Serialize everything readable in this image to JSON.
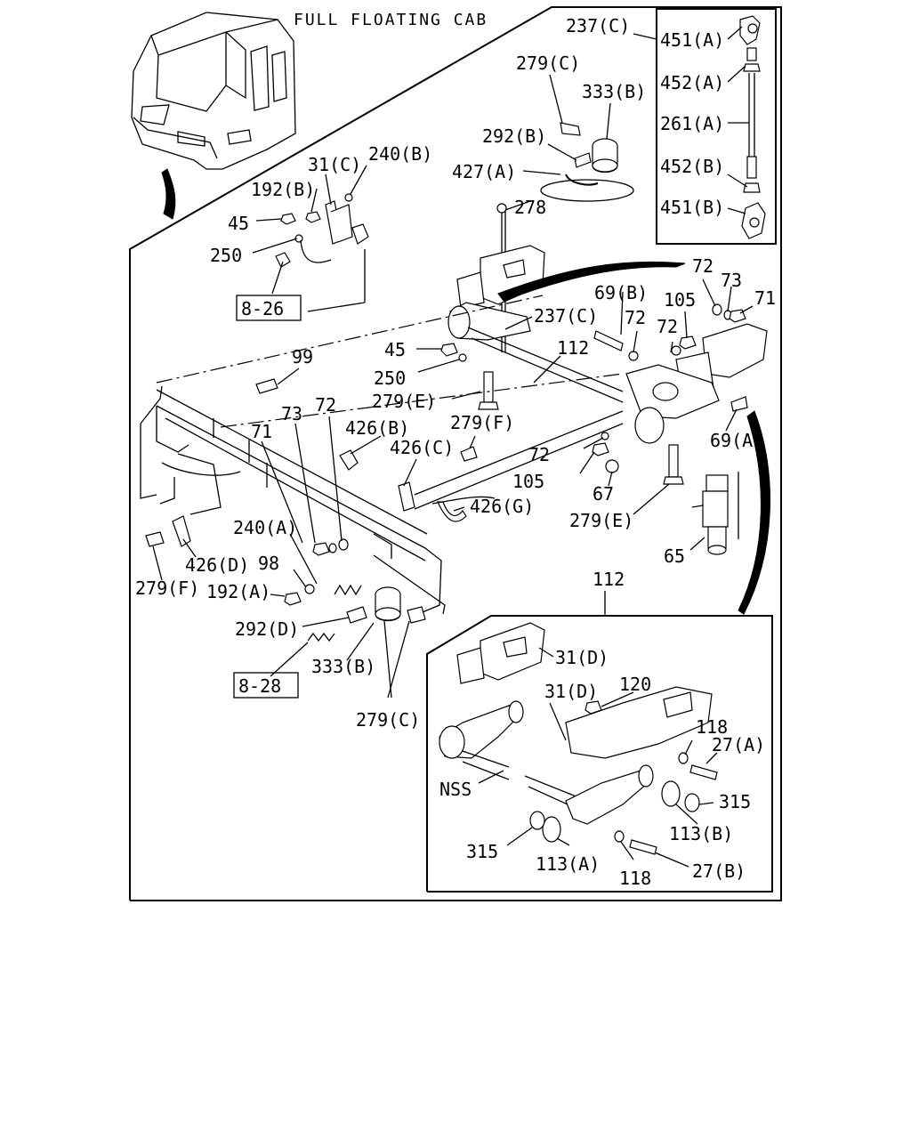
{
  "title": "FULL FLOATING CAB",
  "refs": {
    "ref_8_26": "8-26",
    "ref_8_28": "8-28"
  },
  "labels": {
    "l237c_top": "237(C)",
    "l451a": "451(A)",
    "l452a": "452(A)",
    "l261a": "261(A)",
    "l452b": "452(B)",
    "l451b": "451(B)",
    "l279c_top": "279(C)",
    "l333b_top": "333(B)",
    "l292b": "292(B)",
    "l427a": "427(A)",
    "l278": "278",
    "l31c": "31(C)",
    "l240b": "240(B)",
    "l192b": "192(B)",
    "l45_top": "45",
    "l250_top": "250",
    "l72_r1": "72",
    "l73_r": "73",
    "l71_r": "71",
    "l69b": "69(B)",
    "l72_r2": "72",
    "l105_r": "105",
    "l72_r3": "72",
    "l237c_mid": "237(C)",
    "l112_mid": "112",
    "l45_mid": "45",
    "l250_mid": "250",
    "l99": "99",
    "l279e_mid": "279(E)",
    "l73_l": "73",
    "l72_l": "72",
    "l71_l": "71",
    "l426b": "426(B)",
    "l279f_mid": "279(F)",
    "l426c": "426(C)",
    "l69a": "69(A)",
    "l72_m": "72",
    "l105_m": "105",
    "l67": "67",
    "l279e_r": "279(E)",
    "l65": "65",
    "l426g": "426(G)",
    "l240a": "240(A)",
    "l98": "98",
    "l426d": "426(D)",
    "l279f_l": "279(F)",
    "l192a": "192(A)",
    "l292d": "292(D)",
    "l333b_bot": "333(B)",
    "l279c_bot": "279(C)",
    "l112_bot": "112",
    "l31d_1": "31(D)",
    "l31d_2": "31(D)",
    "l120": "120",
    "l118_r": "118",
    "l27a": "27(A)",
    "lnss": "NSS",
    "l315_r": "315",
    "l113b": "113(B)",
    "l315_l": "315",
    "l113a": "113(A)",
    "l118_b": "118",
    "l27b": "27(B)"
  }
}
